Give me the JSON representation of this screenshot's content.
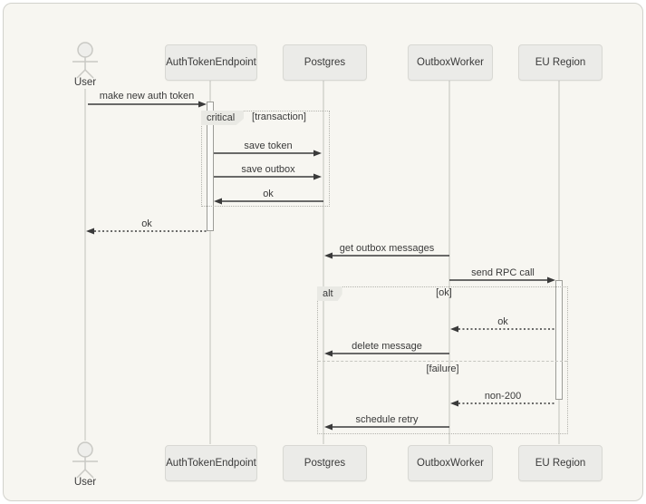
{
  "diagram": {
    "participants": [
      {
        "name": "User",
        "type": "actor"
      },
      {
        "name": "AuthTokenEndpoint",
        "type": "box"
      },
      {
        "name": "Postgres",
        "type": "box"
      },
      {
        "name": "OutboxWorker",
        "type": "box"
      },
      {
        "name": "EU Region",
        "type": "box"
      }
    ],
    "messages": [
      {
        "label": "make new auth token",
        "from": "User",
        "to": "AuthTokenEndpoint",
        "style": "solid"
      },
      {
        "label": "save token",
        "from": "AuthTokenEndpoint",
        "to": "Postgres",
        "style": "solid"
      },
      {
        "label": "save outbox",
        "from": "AuthTokenEndpoint",
        "to": "Postgres",
        "style": "solid"
      },
      {
        "label": "ok",
        "from": "Postgres",
        "to": "AuthTokenEndpoint",
        "style": "solid"
      },
      {
        "label": "ok",
        "from": "AuthTokenEndpoint",
        "to": "User",
        "style": "dashed"
      },
      {
        "label": "get outbox messages",
        "from": "OutboxWorker",
        "to": "Postgres",
        "style": "solid"
      },
      {
        "label": "send RPC call",
        "from": "OutboxWorker",
        "to": "EU Region",
        "style": "solid"
      },
      {
        "label": "ok",
        "from": "EU Region",
        "to": "OutboxWorker",
        "style": "dashed"
      },
      {
        "label": "delete message",
        "from": "OutboxWorker",
        "to": "Postgres",
        "style": "solid"
      },
      {
        "label": "non-200",
        "from": "EU Region",
        "to": "OutboxWorker",
        "style": "dashed"
      },
      {
        "label": "schedule retry",
        "from": "OutboxWorker",
        "to": "Postgres",
        "style": "solid"
      }
    ],
    "frames": [
      {
        "operator": "critical",
        "conditions": [
          "[transaction]"
        ]
      },
      {
        "operator": "alt",
        "conditions": [
          "[ok]",
          "[failure]"
        ]
      }
    ],
    "colors": {
      "background": "#f7f6f1",
      "participant_fill": "#ebebe8",
      "participant_border": "#d8d8d3",
      "message_line": "#3a3a3a",
      "lifeline": "#d3d3ce",
      "frame_border": "#b3b3ad"
    }
  }
}
